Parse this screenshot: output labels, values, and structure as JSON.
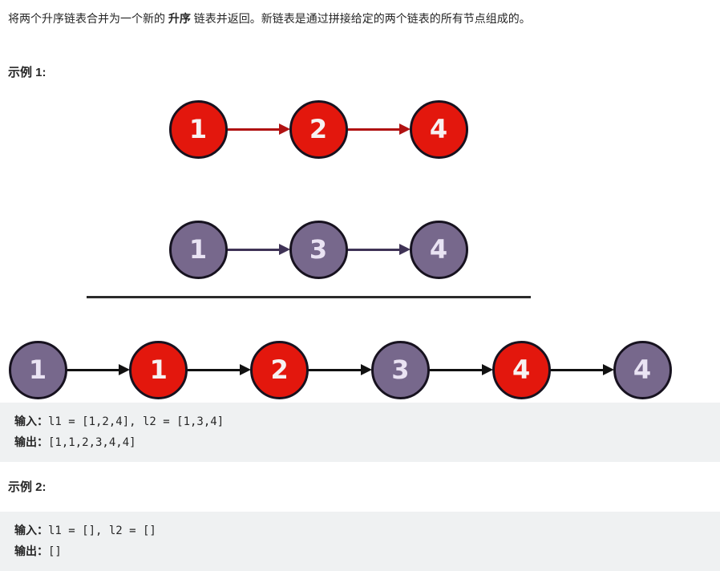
{
  "page": {
    "description": {
      "prefix": "将两个升序链表合并为一个新的 ",
      "bold": "升序",
      "suffix": " 链表并返回。新链表是通过拼接给定的两个链表的所有节点组成的。"
    },
    "example1": {
      "heading": "示例 1:",
      "input_label": "输入：",
      "input_code": "l1 = [1,2,4], l2 = [1,3,4]",
      "output_label": "输出：",
      "output_code": "[1,1,2,3,4,4]"
    },
    "example2": {
      "heading": "示例 2:",
      "input_label": "输入：",
      "input_code": "l1 = [], l2 = []",
      "output_label": "输出：",
      "output_code": "[]"
    }
  },
  "diagram": {
    "list1": {
      "nodes": [
        {
          "value": "1",
          "color": "red"
        },
        {
          "value": "2",
          "color": "red"
        },
        {
          "value": "4",
          "color": "red"
        }
      ],
      "arrow": "red"
    },
    "list2": {
      "nodes": [
        {
          "value": "1",
          "color": "purple"
        },
        {
          "value": "3",
          "color": "purple"
        },
        {
          "value": "4",
          "color": "purple"
        }
      ],
      "arrow": "purple"
    },
    "merged": {
      "nodes": [
        {
          "value": "1",
          "color": "purple"
        },
        {
          "value": "1",
          "color": "red"
        },
        {
          "value": "2",
          "color": "red"
        },
        {
          "value": "3",
          "color": "purple"
        },
        {
          "value": "4",
          "color": "red"
        },
        {
          "value": "4",
          "color": "purple"
        }
      ],
      "arrow": "black"
    }
  },
  "colors": {
    "red_node_fill": "#e3170d",
    "red_node_text": "#f6f2f2",
    "purple_node_fill": "#77688c",
    "purple_node_text": "#eae3f3",
    "node_border": "#17121f",
    "red_arrow": "#b11212",
    "purple_arrow": "#3f3356",
    "black_arrow": "#111111",
    "divider": "#2b2b2b",
    "code_background": "#eff1f2"
  }
}
